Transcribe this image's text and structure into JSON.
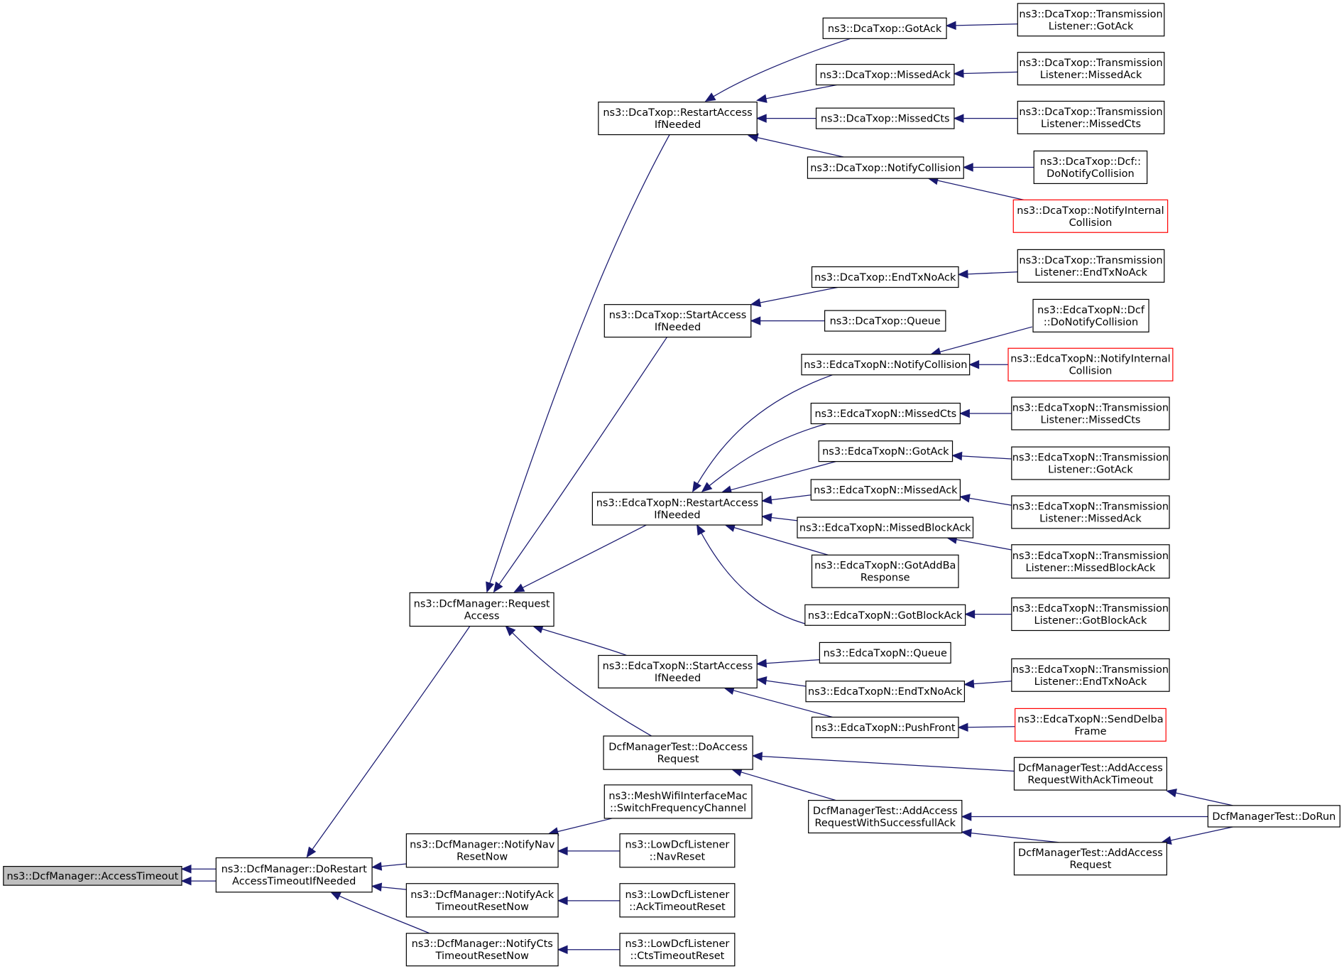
{
  "colors": {
    "edge": "#191970",
    "box_border": "#000000",
    "box_border_missing": "#ff0000",
    "focus_fill": "#bfbfbf",
    "background": "#ffffff"
  },
  "nodes": [
    {
      "id": "access_timeout",
      "lines": [
        "ns3::DcfManager::AccessTimeout"
      ],
      "style": "focus"
    },
    {
      "id": "do_restart",
      "lines": [
        "ns3::DcfManager::DoRestart",
        "AccessTimeoutIfNeeded"
      ],
      "style": "normal"
    },
    {
      "id": "request_access",
      "lines": [
        "ns3::DcfManager::Request",
        "Access"
      ],
      "style": "normal"
    },
    {
      "id": "notify_nav",
      "lines": [
        "ns3::DcfManager::NotifyNav",
        "ResetNow"
      ],
      "style": "normal"
    },
    {
      "id": "notify_ack",
      "lines": [
        "ns3::DcfManager::NotifyAck",
        "TimeoutResetNow"
      ],
      "style": "normal"
    },
    {
      "id": "notify_cts",
      "lines": [
        "ns3::DcfManager::NotifyCts",
        "TimeoutResetNow"
      ],
      "style": "normal"
    },
    {
      "id": "dca_restart",
      "lines": [
        "ns3::DcaTxop::RestartAccess",
        "IfNeeded"
      ],
      "style": "normal"
    },
    {
      "id": "dca_start",
      "lines": [
        "ns3::DcaTxop::StartAccess",
        "IfNeeded"
      ],
      "style": "normal"
    },
    {
      "id": "edca_restart",
      "lines": [
        "ns3::EdcaTxopN::RestartAccess",
        "IfNeeded"
      ],
      "style": "normal"
    },
    {
      "id": "edca_start",
      "lines": [
        "ns3::EdcaTxopN::StartAccess",
        "IfNeeded"
      ],
      "style": "normal"
    },
    {
      "id": "test_do_access",
      "lines": [
        "DcfManagerTest::DoAccess",
        "Request"
      ],
      "style": "normal"
    },
    {
      "id": "mesh_switch",
      "lines": [
        "ns3::MeshWifiInterfaceMac",
        "::SwitchFrequencyChannel"
      ],
      "style": "normal"
    },
    {
      "id": "low_nav",
      "lines": [
        "ns3::LowDcfListener",
        "::NavReset"
      ],
      "style": "normal"
    },
    {
      "id": "low_ack",
      "lines": [
        "ns3::LowDcfListener",
        "::AckTimeoutReset"
      ],
      "style": "normal"
    },
    {
      "id": "low_cts",
      "lines": [
        "ns3::LowDcfListener",
        "::CtsTimeoutReset"
      ],
      "style": "normal"
    },
    {
      "id": "dca_gotack",
      "lines": [
        "ns3::DcaTxop::GotAck"
      ],
      "style": "normal"
    },
    {
      "id": "dca_missedack",
      "lines": [
        "ns3::DcaTxop::MissedAck"
      ],
      "style": "normal"
    },
    {
      "id": "dca_missedcts",
      "lines": [
        "ns3::DcaTxop::MissedCts"
      ],
      "style": "normal"
    },
    {
      "id": "dca_notifycoll",
      "lines": [
        "ns3::DcaTxop::NotifyCollision"
      ],
      "style": "normal"
    },
    {
      "id": "dca_endtxnoack",
      "lines": [
        "ns3::DcaTxop::EndTxNoAck"
      ],
      "style": "normal"
    },
    {
      "id": "dca_queue",
      "lines": [
        "ns3::DcaTxop::Queue"
      ],
      "style": "normal"
    },
    {
      "id": "edca_notifycoll",
      "lines": [
        "ns3::EdcaTxopN::NotifyCollision"
      ],
      "style": "normal"
    },
    {
      "id": "edca_missedcts",
      "lines": [
        "ns3::EdcaTxopN::MissedCts"
      ],
      "style": "normal"
    },
    {
      "id": "edca_gotack",
      "lines": [
        "ns3::EdcaTxopN::GotAck"
      ],
      "style": "normal"
    },
    {
      "id": "edca_missedack",
      "lines": [
        "ns3::EdcaTxopN::MissedAck"
      ],
      "style": "normal"
    },
    {
      "id": "edca_missedblockack",
      "lines": [
        "ns3::EdcaTxopN::MissedBlockAck"
      ],
      "style": "normal"
    },
    {
      "id": "edca_gotaddba",
      "lines": [
        "ns3::EdcaTxopN::GotAddBa",
        "Response"
      ],
      "style": "normal"
    },
    {
      "id": "edca_gotblockack",
      "lines": [
        "ns3::EdcaTxopN::GotBlockAck"
      ],
      "style": "normal"
    },
    {
      "id": "edca_queue",
      "lines": [
        "ns3::EdcaTxopN::Queue"
      ],
      "style": "normal"
    },
    {
      "id": "edca_endtxnoack",
      "lines": [
        "ns3::EdcaTxopN::EndTxNoAck"
      ],
      "style": "normal"
    },
    {
      "id": "edca_pushfront",
      "lines": [
        "ns3::EdcaTxopN::PushFront"
      ],
      "style": "normal"
    },
    {
      "id": "test_addaccess_succ",
      "lines": [
        "DcfManagerTest::AddAccess",
        "RequestWithSuccessfullAck"
      ],
      "style": "normal"
    },
    {
      "id": "tl_dca_gotack",
      "lines": [
        "ns3::DcaTxop::Transmission",
        "Listener::GotAck"
      ],
      "style": "normal"
    },
    {
      "id": "tl_dca_missedack",
      "lines": [
        "ns3::DcaTxop::Transmission",
        "Listener::MissedAck"
      ],
      "style": "normal"
    },
    {
      "id": "tl_dca_missedcts",
      "lines": [
        "ns3::DcaTxop::Transmission",
        "Listener::MissedCts"
      ],
      "style": "normal"
    },
    {
      "id": "dca_dcf_donotify",
      "lines": [
        "ns3::DcaTxop::Dcf::",
        "DoNotifyCollision"
      ],
      "style": "normal"
    },
    {
      "id": "dca_notifyinternal",
      "lines": [
        "ns3::DcaTxop::NotifyInternal",
        "Collision"
      ],
      "style": "missing"
    },
    {
      "id": "tl_dca_endtxnoack",
      "lines": [
        "ns3::DcaTxop::Transmission",
        "Listener::EndTxNoAck"
      ],
      "style": "normal"
    },
    {
      "id": "edca_dcf_donotify",
      "lines": [
        "ns3::EdcaTxopN::Dcf",
        "::DoNotifyCollision"
      ],
      "style": "normal"
    },
    {
      "id": "edca_notifyinternal",
      "lines": [
        "ns3::EdcaTxopN::NotifyInternal",
        "Collision"
      ],
      "style": "missing"
    },
    {
      "id": "tl_edca_missedcts",
      "lines": [
        "ns3::EdcaTxopN::Transmission",
        "Listener::MissedCts"
      ],
      "style": "normal"
    },
    {
      "id": "tl_edca_gotack",
      "lines": [
        "ns3::EdcaTxopN::Transmission",
        "Listener::GotAck"
      ],
      "style": "normal"
    },
    {
      "id": "tl_edca_missedack",
      "lines": [
        "ns3::EdcaTxopN::Transmission",
        "Listener::MissedAck"
      ],
      "style": "normal"
    },
    {
      "id": "tl_edca_missedblockack",
      "lines": [
        "ns3::EdcaTxopN::Transmission",
        "Listener::MissedBlockAck"
      ],
      "style": "normal"
    },
    {
      "id": "tl_edca_gotblockack",
      "lines": [
        "ns3::EdcaTxopN::Transmission",
        "Listener::GotBlockAck"
      ],
      "style": "normal"
    },
    {
      "id": "tl_edca_endtxnoack",
      "lines": [
        "ns3::EdcaTxopN::Transmission",
        "Listener::EndTxNoAck"
      ],
      "style": "normal"
    },
    {
      "id": "edca_senddelba",
      "lines": [
        "ns3::EdcaTxopN::SendDelba",
        "Frame"
      ],
      "style": "missing"
    },
    {
      "id": "test_addaccess_ack",
      "lines": [
        "DcfManagerTest::AddAccess",
        "RequestWithAckTimeout"
      ],
      "style": "normal"
    },
    {
      "id": "test_addaccess",
      "lines": [
        "DcfManagerTest::AddAccess",
        "Request"
      ],
      "style": "normal"
    },
    {
      "id": "test_dorun",
      "lines": [
        "DcfManagerTest::DoRun"
      ],
      "style": "normal"
    }
  ],
  "edges": [
    {
      "from": "do_restart",
      "to": "access_timeout"
    },
    {
      "from": "access_timeout",
      "to": "do_restart"
    },
    {
      "from": "request_access",
      "to": "do_restart"
    },
    {
      "from": "notify_nav",
      "to": "do_restart"
    },
    {
      "from": "notify_ack",
      "to": "do_restart"
    },
    {
      "from": "notify_cts",
      "to": "do_restart"
    },
    {
      "from": "dca_restart",
      "to": "request_access"
    },
    {
      "from": "dca_start",
      "to": "request_access"
    },
    {
      "from": "edca_restart",
      "to": "request_access"
    },
    {
      "from": "edca_start",
      "to": "request_access"
    },
    {
      "from": "test_do_access",
      "to": "request_access"
    },
    {
      "from": "mesh_switch",
      "to": "notify_nav"
    },
    {
      "from": "low_nav",
      "to": "notify_nav"
    },
    {
      "from": "low_ack",
      "to": "notify_ack"
    },
    {
      "from": "low_cts",
      "to": "notify_cts"
    },
    {
      "from": "dca_gotack",
      "to": "dca_restart"
    },
    {
      "from": "dca_missedack",
      "to": "dca_restart"
    },
    {
      "from": "dca_missedcts",
      "to": "dca_restart"
    },
    {
      "from": "dca_notifycoll",
      "to": "dca_restart"
    },
    {
      "from": "dca_endtxnoack",
      "to": "dca_start"
    },
    {
      "from": "dca_queue",
      "to": "dca_start"
    },
    {
      "from": "edca_notifycoll",
      "to": "edca_restart"
    },
    {
      "from": "edca_missedcts",
      "to": "edca_restart"
    },
    {
      "from": "edca_gotack",
      "to": "edca_restart"
    },
    {
      "from": "edca_missedack",
      "to": "edca_restart"
    },
    {
      "from": "edca_missedblockack",
      "to": "edca_restart"
    },
    {
      "from": "edca_gotaddba",
      "to": "edca_restart"
    },
    {
      "from": "edca_gotblockack",
      "to": "edca_restart"
    },
    {
      "from": "edca_queue",
      "to": "edca_start"
    },
    {
      "from": "edca_endtxnoack",
      "to": "edca_start"
    },
    {
      "from": "edca_pushfront",
      "to": "edca_start"
    },
    {
      "from": "test_addaccess_ack",
      "to": "test_do_access"
    },
    {
      "from": "test_addaccess_succ",
      "to": "test_do_access"
    },
    {
      "from": "tl_dca_gotack",
      "to": "dca_gotack"
    },
    {
      "from": "tl_dca_missedack",
      "to": "dca_missedack"
    },
    {
      "from": "tl_dca_missedcts",
      "to": "dca_missedcts"
    },
    {
      "from": "dca_dcf_donotify",
      "to": "dca_notifycoll"
    },
    {
      "from": "dca_notifyinternal",
      "to": "dca_notifycoll"
    },
    {
      "from": "tl_dca_endtxnoack",
      "to": "dca_endtxnoack"
    },
    {
      "from": "edca_dcf_donotify",
      "to": "edca_notifycoll"
    },
    {
      "from": "edca_notifyinternal",
      "to": "edca_notifycoll"
    },
    {
      "from": "tl_edca_missedcts",
      "to": "edca_missedcts"
    },
    {
      "from": "tl_edca_gotack",
      "to": "edca_gotack"
    },
    {
      "from": "tl_edca_missedack",
      "to": "edca_missedack"
    },
    {
      "from": "tl_edca_missedblockack",
      "to": "edca_missedblockack"
    },
    {
      "from": "tl_edca_gotblockack",
      "to": "edca_gotblockack"
    },
    {
      "from": "tl_edca_endtxnoack",
      "to": "edca_endtxnoack"
    },
    {
      "from": "edca_senddelba",
      "to": "edca_pushfront"
    },
    {
      "from": "test_dorun",
      "to": "test_addaccess_ack"
    },
    {
      "from": "test_dorun",
      "to": "test_addaccess_succ"
    },
    {
      "from": "test_dorun",
      "to": "test_addaccess"
    },
    {
      "from": "test_addaccess",
      "to": "test_addaccess_succ"
    }
  ]
}
